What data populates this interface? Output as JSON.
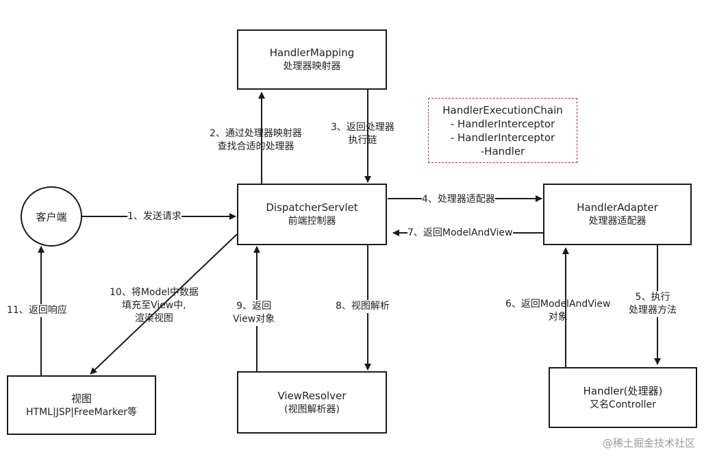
{
  "nodes": {
    "handler_mapping": {
      "title": "HandlerMapping",
      "subtitle": "处理器映射器"
    },
    "dispatcher": {
      "title": "DispatcherServlet",
      "subtitle": "前端控制器"
    },
    "handler_adapter": {
      "title": "HandlerAdapter",
      "subtitle": "处理器适配器"
    },
    "view_resolver": {
      "title": "ViewResolver",
      "subtitle": "(视图解析器)"
    },
    "handler": {
      "title": "Handler(处理器)",
      "subtitle": "又名Controller"
    },
    "view": {
      "title": "视图",
      "subtitle": "HTML|JSP|FreeMarker等"
    },
    "client": {
      "title": "客户端"
    }
  },
  "chain": {
    "lines": [
      "HandlerExecutionChain",
      "- HandlerInterceptor",
      "- HandlerInterceptor",
      "-Handler"
    ],
    "border_color": "#c0282a"
  },
  "steps": {
    "s1": [
      "1、发送请求"
    ],
    "s2": [
      "2、通过处理器映射器",
      "查找合适的处理器"
    ],
    "s3": [
      "3、返回处理器",
      "执行链"
    ],
    "s4": [
      "4、处理器适配器"
    ],
    "s5": [
      "5、执行",
      "处理器方法"
    ],
    "s6": [
      "6、返回ModelAndView",
      "对象"
    ],
    "s7": [
      "7、返回ModelAndView"
    ],
    "s8": [
      "8、视图解析"
    ],
    "s9": [
      "9、返回",
      "View对象"
    ],
    "s10": [
      "10、将Model中数据",
      "填充至View中,",
      "渲染视图"
    ],
    "s11": [
      "11、返回响应"
    ]
  },
  "watermark": "@稀土掘金技术社区"
}
